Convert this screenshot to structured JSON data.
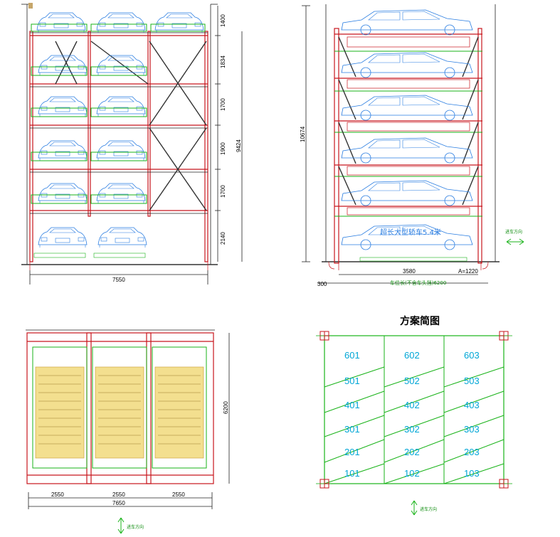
{
  "front_view": {
    "level_heights": [
      "1400",
      "1834",
      "1700",
      "1900",
      "1700",
      "2140"
    ],
    "total_height": "9424",
    "total_width": "7550"
  },
  "side_view": {
    "total_height": "10674",
    "car_label": "超长大型轿车5.4米",
    "width_3580": "3580",
    "a_value": "A=1220",
    "left_300": "300",
    "bottom_label": "车位长(不含车头挡)6200",
    "direction_label": "进车方向"
  },
  "plan_view": {
    "bay_widths": [
      "2550",
      "2550",
      "2550"
    ],
    "total_width": "7650",
    "depth": "6200",
    "direction_label": "进车方向"
  },
  "scheme": {
    "title": "方案简图",
    "columns": [
      [
        "601",
        "501",
        "401",
        "301",
        "201",
        "101"
      ],
      [
        "602",
        "502",
        "402",
        "302",
        "202",
        "102"
      ],
      [
        "603",
        "503",
        "403",
        "303",
        "203",
        "103"
      ]
    ],
    "direction_label": "进车方向"
  },
  "colors": {
    "car_outline": "#2a7de1",
    "frame_red": "#c8161d",
    "frame_green": "#19b319",
    "slot_number": "#00a6d6",
    "platform_yellow": "#f3df8f"
  }
}
